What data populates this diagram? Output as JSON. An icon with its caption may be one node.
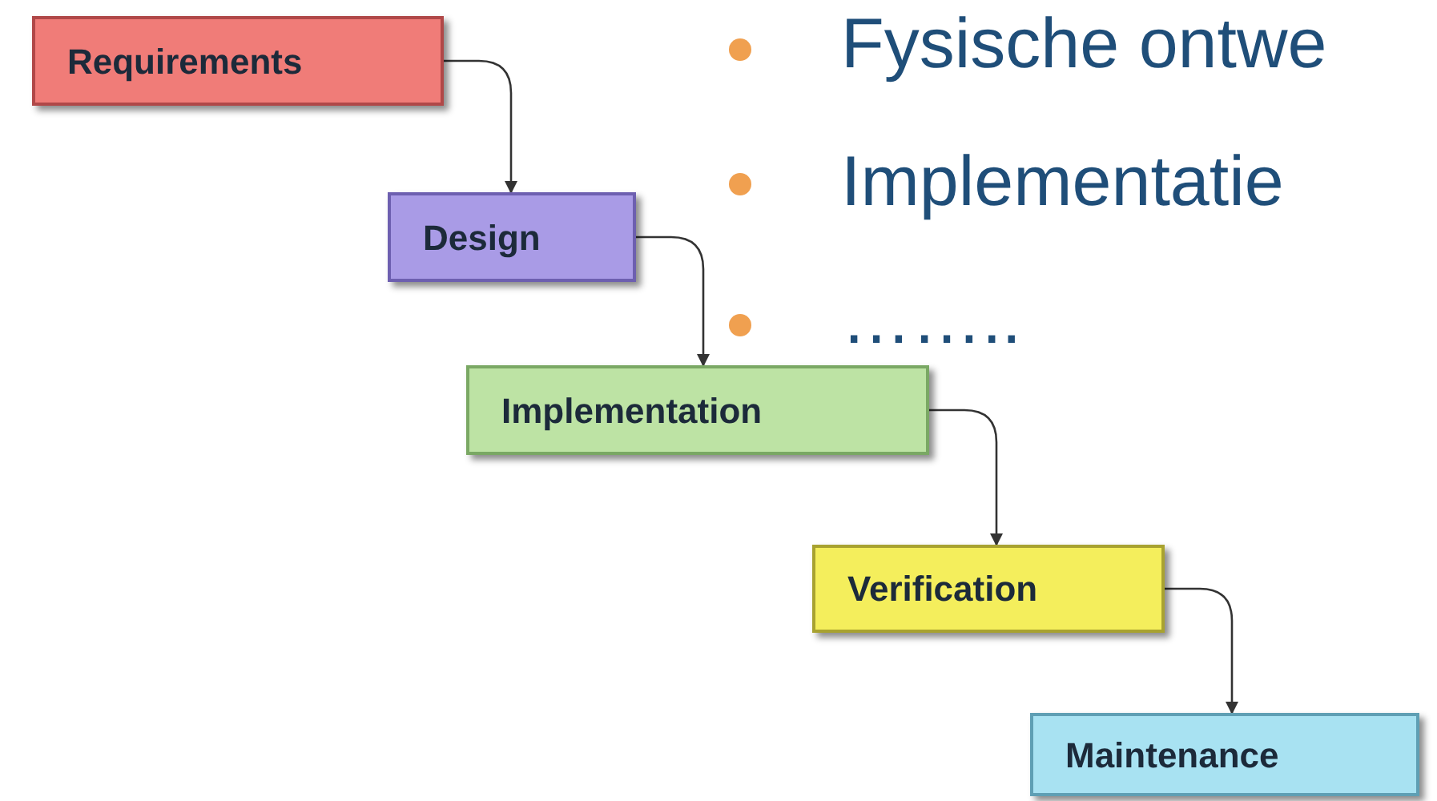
{
  "diagram": {
    "nodes": [
      {
        "text": [
          "Requirements"
        ]
      },
      {
        "text": [
          "Design"
        ]
      },
      {
        "text": [
          "Implementation"
        ]
      },
      {
        "text": [
          "Verification"
        ]
      },
      {
        "text": [
          "Maintenance"
        ]
      }
    ],
    "edges": [
      {
        "from": 0,
        "to": 1,
        "arrow": "to"
      },
      {
        "from": 1,
        "to": 2,
        "arrow": "to"
      },
      {
        "from": 2,
        "to": 3,
        "arrow": "to"
      },
      {
        "from": 3,
        "to": 4,
        "arrow": "to"
      }
    ],
    "labels": [
      "Fysische ontwe",
      "Implementatie",
      "…….."
    ]
  }
}
